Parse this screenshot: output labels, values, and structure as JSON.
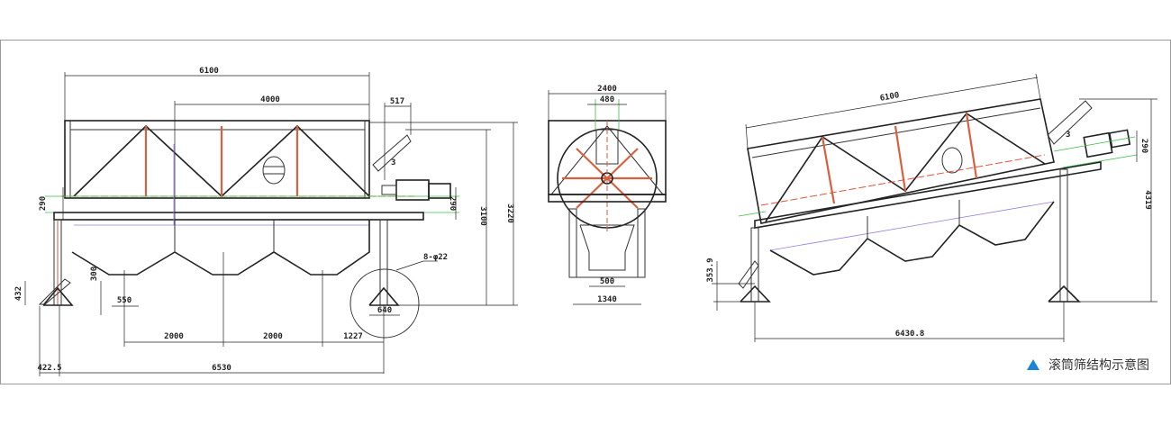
{
  "front_view": {
    "dims": {
      "overall_length": "6100",
      "drum_section": "4000",
      "chute_width": "517",
      "gap": "3",
      "axis_offset_left": "290",
      "axis_offset_right": "290",
      "height_chute": "3100",
      "overall_height": "3220",
      "bolt_holes": "8-φ22",
      "foot_height": "432",
      "outlet_height": "300",
      "outlet_width": "550",
      "foot_width": "640",
      "outlet_pitch_1": "2000",
      "outlet_pitch_2": "2000",
      "outlet_to_leg": "1227",
      "leg_overhang": "422.5",
      "leg_span": "6530"
    }
  },
  "end_view": {
    "dims": {
      "overall_width": "2400",
      "top_opening": "480",
      "outlet_width": "500",
      "leg_span": "1340"
    }
  },
  "inclined_view": {
    "dims": {
      "overall_length": "6100",
      "gap": "3",
      "axis_offset": "290",
      "overall_height": "4319",
      "foot_height": "353.9",
      "leg_span": "6430.8"
    }
  },
  "caption": {
    "icon": "triangle-up-icon",
    "text": "滚筒筛结构示意图",
    "color": "#1a86d8"
  }
}
